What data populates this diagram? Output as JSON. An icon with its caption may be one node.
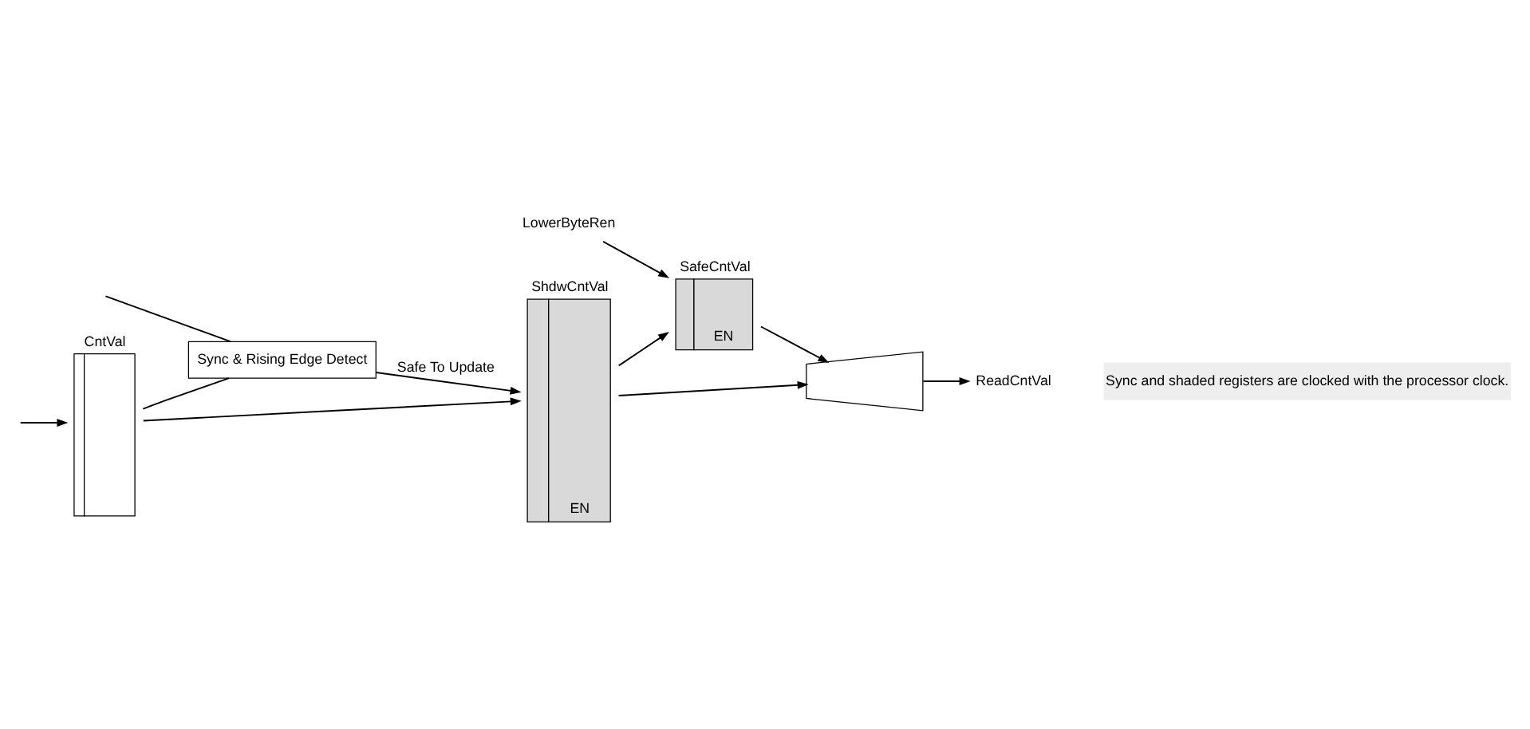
{
  "diagram": {
    "nodes": [
      {
        "text": [
          "CntVal"
        ]
      },
      {
        "text": [
          "ShdwCntVal",
          "EN"
        ]
      },
      {
        "text": [
          "SafeCntVal",
          "EN"
        ]
      },
      {
        "text": [],
        "shape": "trapezoid"
      },
      {
        "text": [
          "ReadCntVal"
        ]
      },
      {
        "text": [
          "LowerByteRen"
        ]
      },
      {
        "text": [
          "Sync & Rising Edge Detect"
        ]
      }
    ],
    "edges": [
      {
        "from": null,
        "to": 0,
        "arrow": "to"
      },
      {
        "from": 0,
        "to": 1,
        "arrow": "to"
      },
      {
        "from": 1,
        "to": 2,
        "arrow": "to"
      },
      {
        "from": 1,
        "to": 3,
        "arrow": "to"
      },
      {
        "from": 2,
        "to": 3,
        "arrow": "to"
      },
      {
        "from": 3,
        "to": 4,
        "arrow": "to"
      },
      {
        "from": 5,
        "to": 2,
        "arrow": "to"
      },
      {
        "from": 0,
        "to": 6,
        "arrow": "none"
      },
      {
        "from": null,
        "to": 6,
        "arrow": "none"
      },
      {
        "from": 6,
        "to": 1,
        "arrow": "to",
        "label": "Safe To Update"
      }
    ],
    "labels": [
      "Sync and shaded registers are clocked with the processor clock."
    ]
  }
}
